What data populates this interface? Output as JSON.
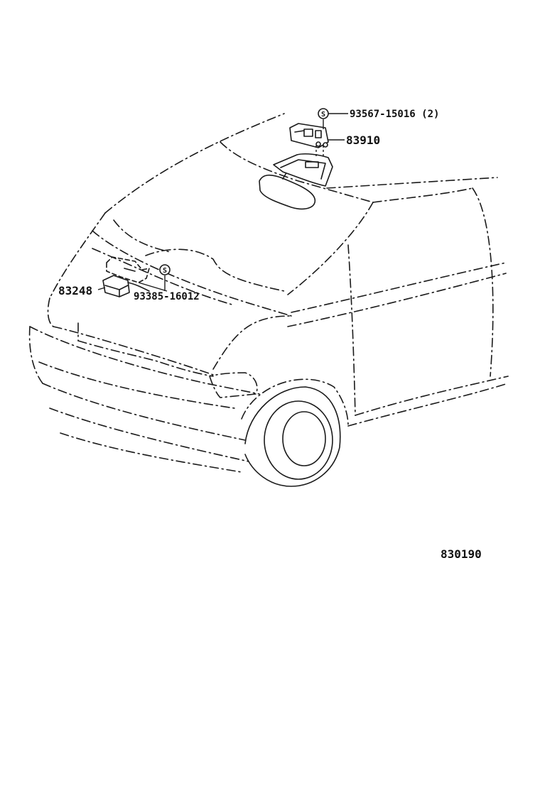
{
  "diagram": {
    "callouts": {
      "screw_top": {
        "symbol": "S",
        "part_no": "93567-15016 (2)"
      },
      "map_lamp": {
        "part_no": "83910"
      },
      "sensor": {
        "part_no": "83248"
      },
      "screw_bottom": {
        "symbol": "S",
        "part_no": "93385-16012"
      }
    },
    "figure_id": "830190"
  }
}
